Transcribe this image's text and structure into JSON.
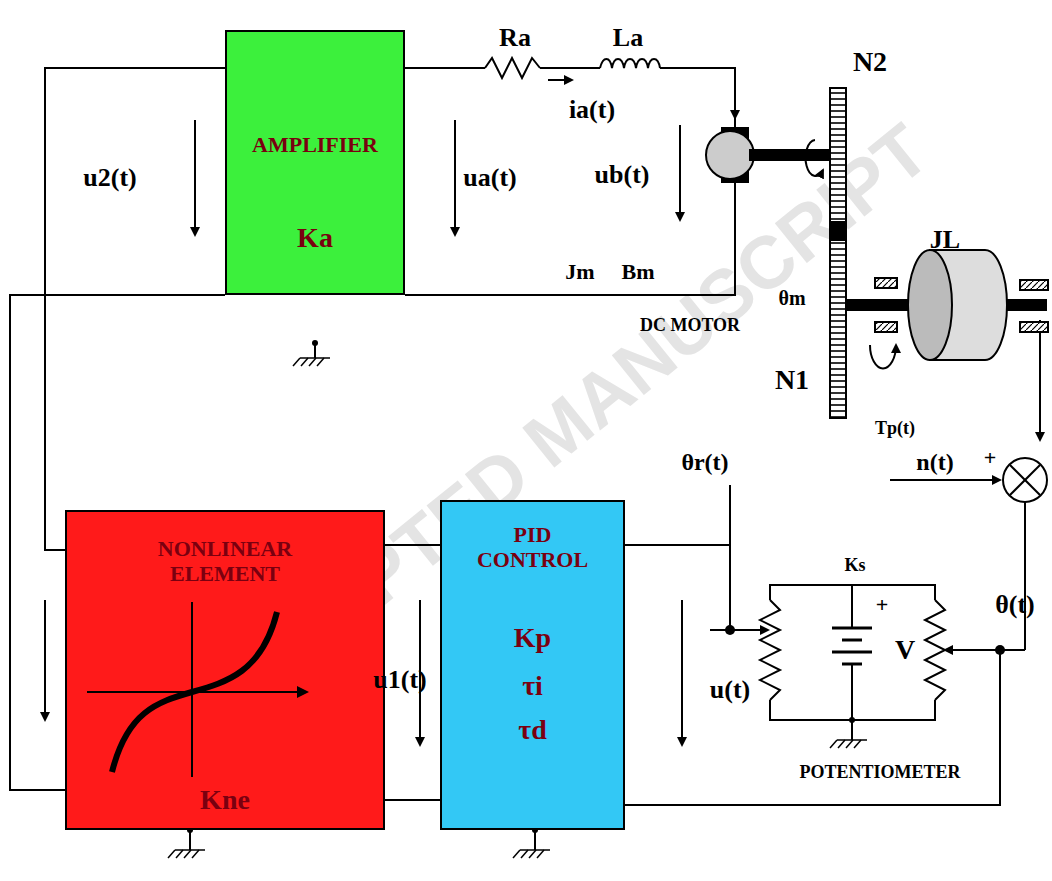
{
  "diagram": {
    "nodes": [
      {
        "text": [
          "AMPLIFIER",
          "Ka"
        ]
      },
      {
        "text": [
          "NONLINEAR ELEMENT",
          "Kne"
        ]
      },
      {
        "text": [
          "PID CONTROL",
          "Kp",
          "τi",
          "τd"
        ]
      }
    ],
    "edges": [
      {
        "from": 2,
        "to": 1,
        "arrow": "none"
      },
      {
        "from": 1,
        "to": 0,
        "arrow": "none"
      }
    ],
    "labels": [
      "u2(t)",
      "ua(t)",
      "Ra",
      "La",
      "ia(t)",
      "ub(t)",
      "Jm",
      "Bm",
      "DC MOTOR",
      "N2",
      "θm",
      "JL",
      "N1",
      "Tp(t)",
      "n(t)",
      "+",
      "θr(t)",
      "θ(t)",
      "Ks",
      "+",
      "V",
      "u1(t)",
      "u(t)",
      "POTENTIOMETER",
      "ACCEPTED MANUSCRIPT"
    ]
  }
}
